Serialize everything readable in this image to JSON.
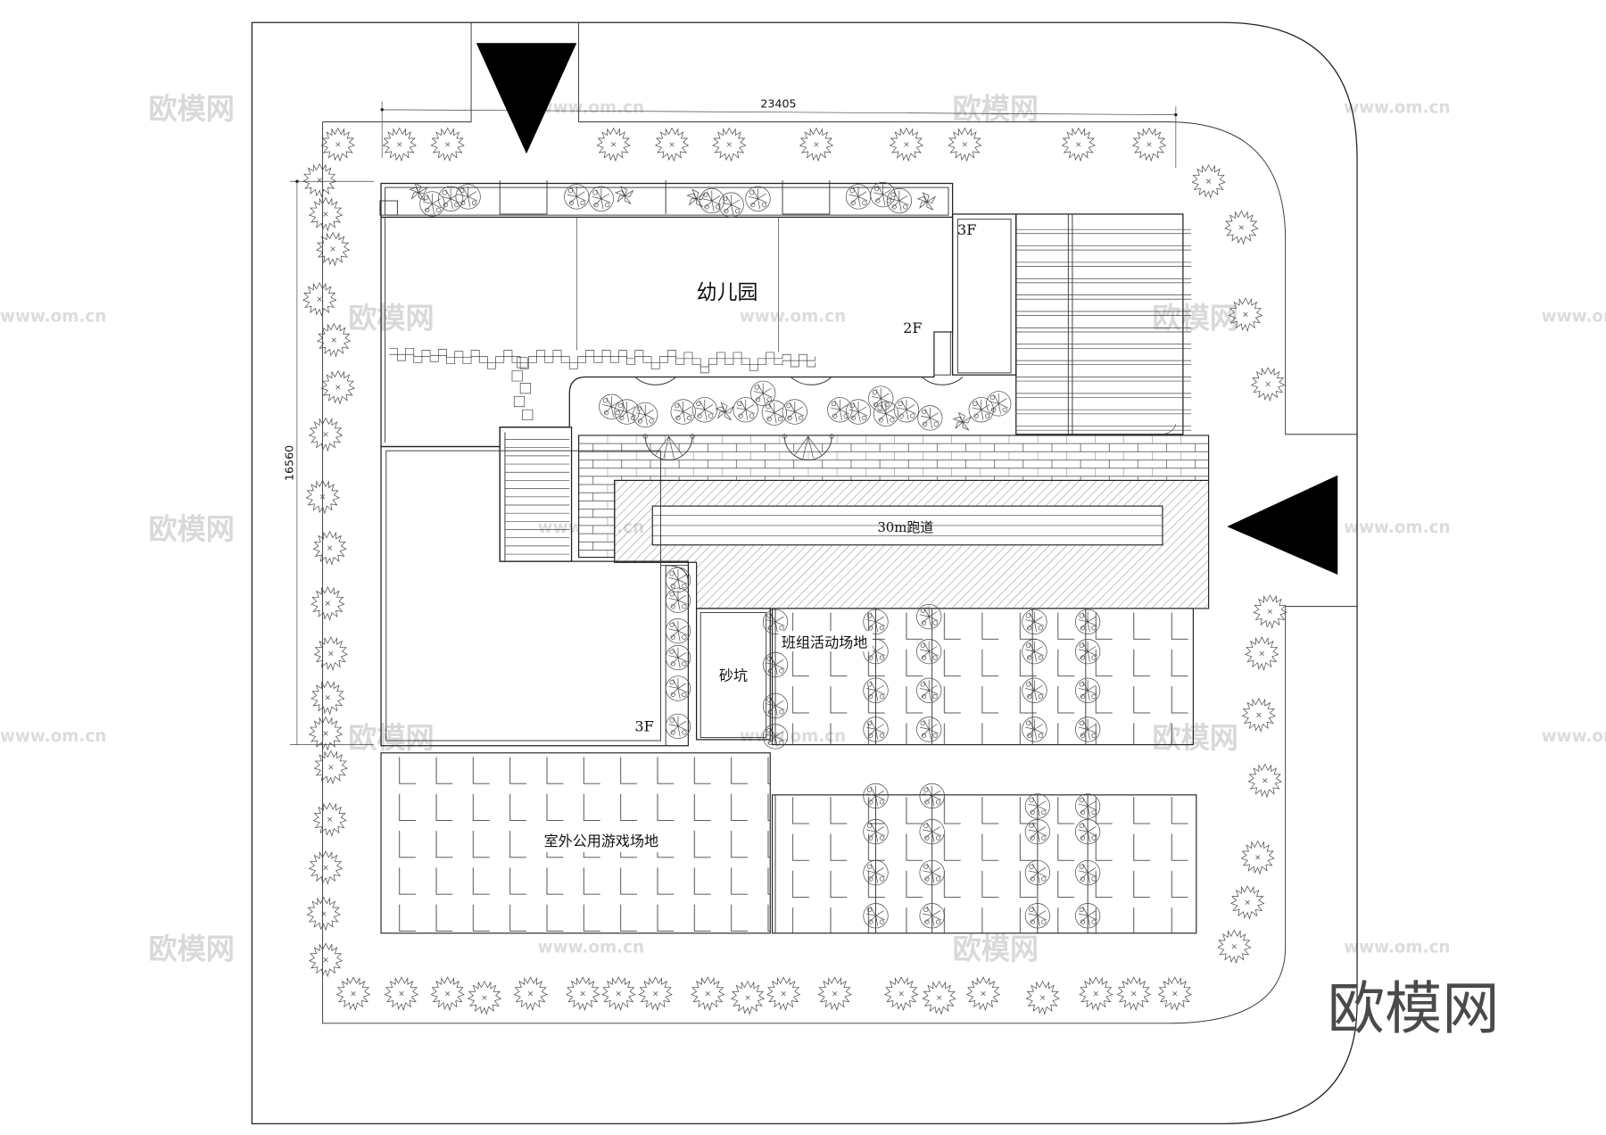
{
  "drawing": {
    "title": "幼儿园",
    "dimensions": {
      "width_label": "23405",
      "height_label": "16560"
    },
    "floor_labels": {
      "north_wing_side": "3F",
      "north_wing_main": "2F",
      "west_wing": "3F"
    },
    "areas": {
      "runway": "30m跑道",
      "sand_pit": "砂坑",
      "class_activity": "班组活动场地",
      "public_play": "室外公用游戏场地"
    },
    "entrances": [
      {
        "id": "north-entrance",
        "direction": "down"
      },
      {
        "id": "east-entrance",
        "direction": "left"
      }
    ]
  },
  "watermarks": {
    "brand_small": "欧模网",
    "url": "www.om.cn",
    "brand_large": "欧模网"
  },
  "colors": {
    "line": "#222222",
    "watermark": "#d9d9d9",
    "brand": "#4a4a4a",
    "arrow": "#000000"
  }
}
